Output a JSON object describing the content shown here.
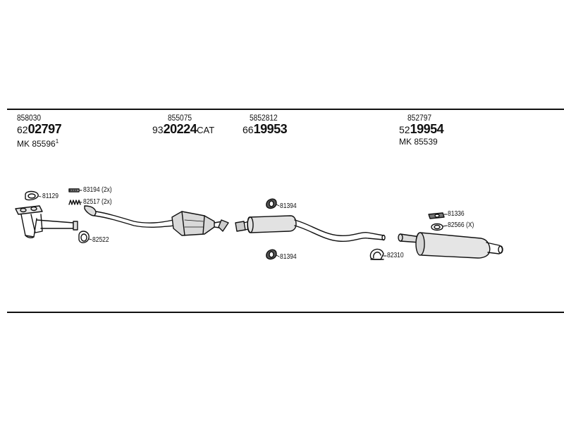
{
  "assemblies": [
    {
      "orig": "858030",
      "pre": "62",
      "big": "02797",
      "suffix": "",
      "alt": "MK 85596",
      "alt_sup": "1"
    },
    {
      "orig": "855075",
      "pre": "93",
      "big": "20224",
      "suffix": "CAT",
      "alt": "",
      "alt_sup": ""
    },
    {
      "orig": "5852812",
      "pre": "66",
      "big": "19953",
      "suffix": "",
      "alt": "",
      "alt_sup": ""
    },
    {
      "orig": "852797",
      "pre": "52",
      "big": "19954",
      "suffix": "",
      "alt": "MK 85539",
      "alt_sup": ""
    }
  ],
  "parts": {
    "p81129": "81129",
    "p83194": "83194 (2x)",
    "p82517": "82517 (2x)",
    "p82522": "82522",
    "p81394_top": "81394",
    "p81394_bottom": "81394",
    "p82310": "82310",
    "p81336": "81336",
    "p82566": "82566 (X)"
  }
}
